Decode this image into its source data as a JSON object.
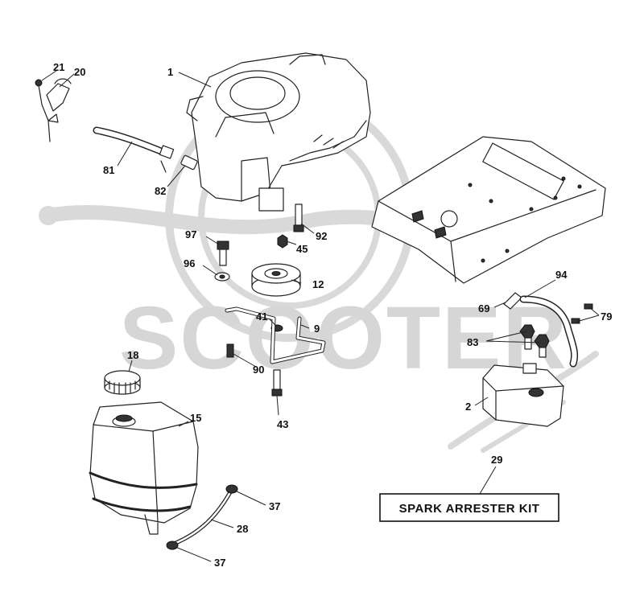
{
  "watermark": {
    "text": "SCOOTER"
  },
  "callouts": {
    "c1": "1",
    "c2": "2",
    "c9": "9",
    "c12": "12",
    "c15": "15",
    "c18": "18",
    "c20": "20",
    "c21": "21",
    "c28": "28",
    "c29": "29",
    "c37a": "37",
    "c37b": "37",
    "c41": "41",
    "c43": "43",
    "c45": "45",
    "c69": "69",
    "c79": "79",
    "c81": "81",
    "c82": "82",
    "c83": "83",
    "c90": "90",
    "c92": "92",
    "c94": "94",
    "c96": "96",
    "c97": "97"
  },
  "kit_label": "SPARK ARRESTER KIT"
}
